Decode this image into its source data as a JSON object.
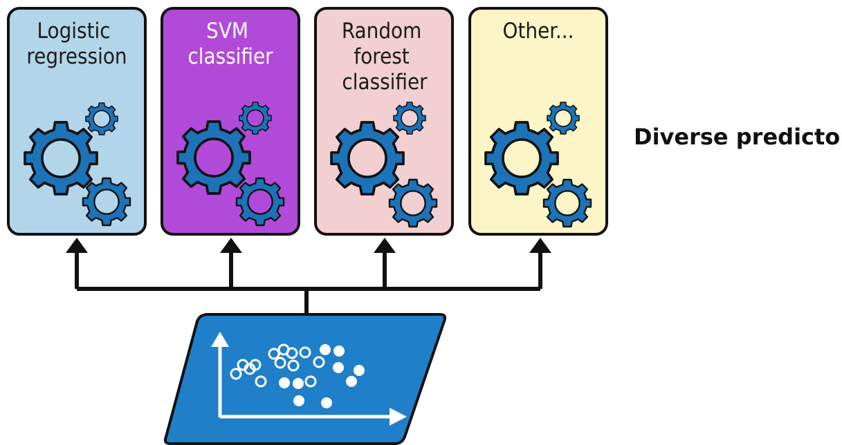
{
  "predictors": [
    {
      "label_lines": [
        "Logistic",
        "regression"
      ],
      "fill": "#b3d5ea",
      "text_color": "#1a1a1a"
    },
    {
      "label_lines": [
        "SVM",
        "classifier"
      ],
      "fill": "#b24ad9",
      "text_color": "#ffffff"
    },
    {
      "label_lines": [
        "Random",
        "forest",
        "classifier"
      ],
      "fill": "#f2cfd0",
      "text_color": "#1a1a1a"
    },
    {
      "label_lines": [
        "Other..."
      ],
      "fill": "#fbf5c8",
      "text_color": "#1a1a1a"
    }
  ],
  "side_label": "Diverse predictors",
  "colors": {
    "gear": "#1d73b8",
    "outline": "#111111",
    "dataset_fill": "#1f7fc9",
    "dataset_marks": "#ffffff"
  },
  "icons": {
    "gear": "gear-icon",
    "arrow": "arrow-up-icon",
    "dataset": "scatter-plot-icon"
  }
}
